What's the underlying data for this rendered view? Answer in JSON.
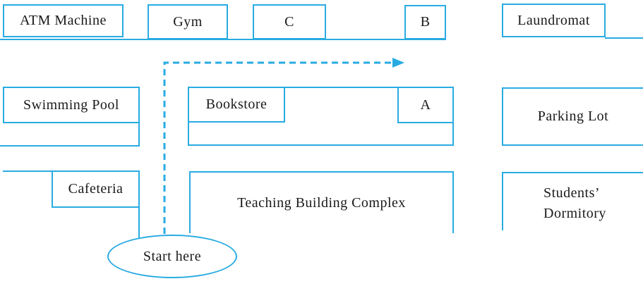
{
  "colors": {
    "line_blue": "#29ABE2",
    "text_color": "#1A1A1A"
  },
  "map": {
    "top_row": {
      "atm": "ATM Machine",
      "gym": "Gym",
      "building_c": "C",
      "building_b": "B",
      "laundromat": "Laundromat"
    },
    "middle_row": {
      "swimming_pool": "Swimming Pool",
      "bookstore": "Bookstore",
      "building_a": "A",
      "parking_lot": "Parking Lot"
    },
    "bottom_row": {
      "cafeteria": "Cafeteria",
      "teaching_building": "Teaching Building Complex",
      "dormitory_line1": "Students’",
      "dormitory_line2": "Dormitory"
    },
    "start_label": "Start here"
  }
}
